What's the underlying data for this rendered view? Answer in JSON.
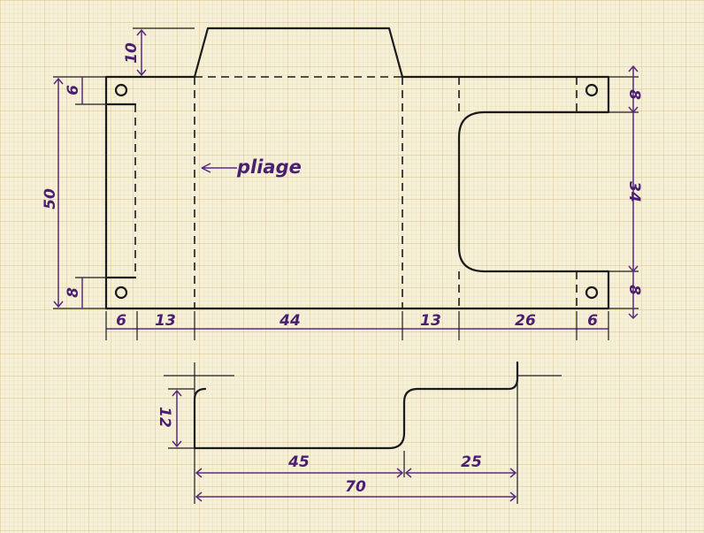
{
  "colors": {
    "paper": "#f6f0d8",
    "grid_minor": "#e4d6a8",
    "grid_major": "#d8b97a",
    "ink": "#1a1a1a",
    "dimension": "#5a2a80"
  },
  "plan_view": {
    "fold_note": "pliage",
    "left_dims": {
      "tab_height": "10",
      "hole_offset_top": "6",
      "total_height": "50",
      "hole_offset_bottom": "8"
    },
    "right_dims": {
      "top": "8",
      "cutout": "34",
      "bottom": "8"
    },
    "bottom_dims": [
      "6",
      "13",
      "44",
      "13",
      "26",
      "6"
    ]
  },
  "profile_view": {
    "height": "12",
    "base_length": "45",
    "step_length": "25",
    "total_length": "70"
  }
}
